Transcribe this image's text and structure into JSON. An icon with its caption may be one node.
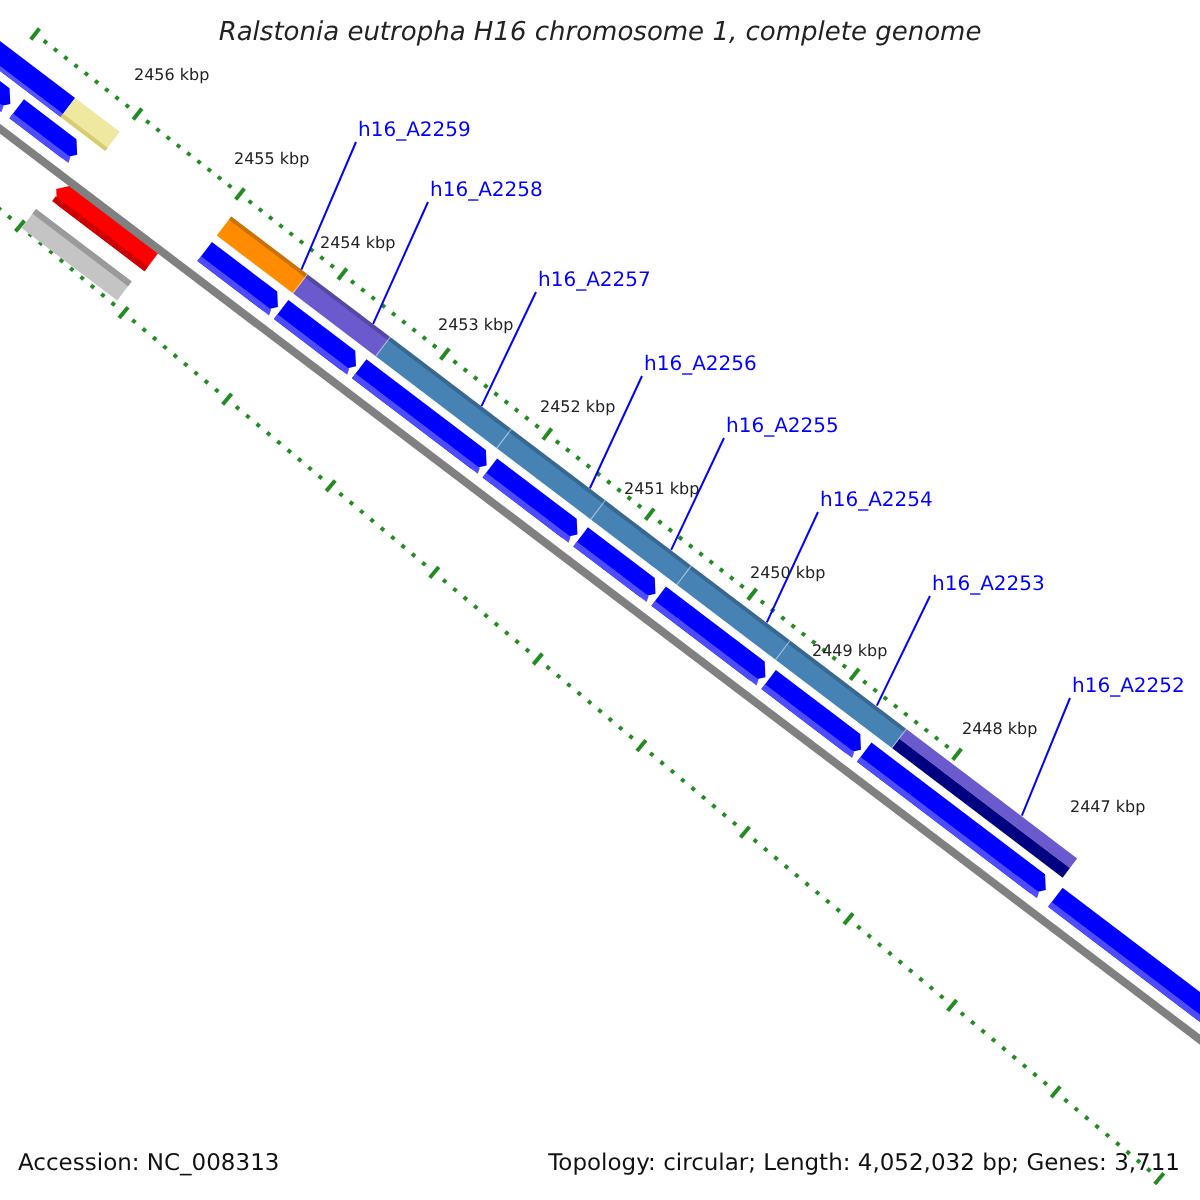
{
  "diagram": {
    "title": "Ralstonia eutropha H16 chromosome 1, complete genome",
    "nodes": [
      {
        "text": [
          "h16_A2259"
        ]
      },
      {
        "text": [],
        "shape": "bar"
      },
      {
        "text": [
          "h16_A2258"
        ]
      },
      {
        "text": [],
        "shape": "bar"
      },
      {
        "text": [
          "h16_A2257"
        ]
      },
      {
        "text": [],
        "shape": "bar"
      },
      {
        "text": [
          "h16_A2256"
        ]
      },
      {
        "text": [],
        "shape": "bar"
      },
      {
        "text": [
          "h16_A2255"
        ]
      },
      {
        "text": [],
        "shape": "bar"
      },
      {
        "text": [
          "h16_A2254"
        ]
      },
      {
        "text": [],
        "shape": "bar"
      },
      {
        "text": [
          "h16_A2253"
        ]
      },
      {
        "text": [],
        "shape": "bar"
      },
      {
        "text": [
          "h16_A2252"
        ]
      },
      {
        "text": [],
        "shape": "bar"
      }
    ],
    "edges": [
      {
        "from": 0,
        "to": 1,
        "arrow": "none"
      },
      {
        "from": 2,
        "to": 3,
        "arrow": "none"
      },
      {
        "from": 4,
        "to": 5,
        "arrow": "none"
      },
      {
        "from": 6,
        "to": 7,
        "arrow": "none"
      },
      {
        "from": 8,
        "to": 9,
        "arrow": "none"
      },
      {
        "from": 10,
        "to": 11,
        "arrow": "none"
      },
      {
        "from": 12,
        "to": 13,
        "arrow": "none"
      },
      {
        "from": 14,
        "to": 15,
        "arrow": "none"
      }
    ],
    "labels": [
      "2456 kbp",
      "2455 kbp",
      "2454 kbp",
      "2453 kbp",
      "2452 kbp",
      "2451 kbp",
      "2450 kbp",
      "2449 kbp",
      "2448 kbp",
      "2447 kbp",
      "Accession: NC_008313",
      "Topology: circular; Length: 4,052,032 bp; Genes: 3,711"
    ]
  }
}
